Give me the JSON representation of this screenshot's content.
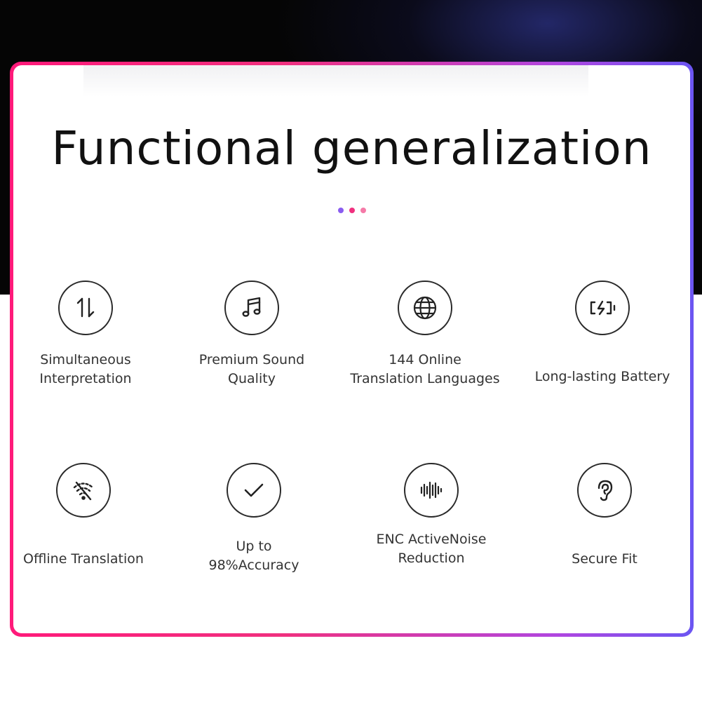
{
  "title": "Functional generalization",
  "dots": [
    {
      "color": "#8a5cf0"
    },
    {
      "color": "#f0307f"
    },
    {
      "color": "#f57aa8"
    }
  ],
  "colors": {
    "frame_start": "#ff1a7a",
    "frame_end": "#6b55f2",
    "background_dark": "#050505"
  },
  "features": [
    {
      "icon": "arrows-up-down-icon",
      "label": "Simultaneous\nInterpretation"
    },
    {
      "icon": "music-note-icon",
      "label": "Premium Sound\nQuality"
    },
    {
      "icon": "globe-icon",
      "label": "144 Online\nTranslation Languages"
    },
    {
      "icon": "battery-charging-icon",
      "label": "Long-lasting Battery"
    },
    {
      "icon": "wifi-off-icon",
      "label": "Offline Translation"
    },
    {
      "icon": "checkmark-icon",
      "label": "Up to\n98%Accuracy"
    },
    {
      "icon": "sound-wave-icon",
      "label": "ENC ActiveNoise\nReduction"
    },
    {
      "icon": "ear-icon",
      "label": "Secure Fit"
    }
  ]
}
